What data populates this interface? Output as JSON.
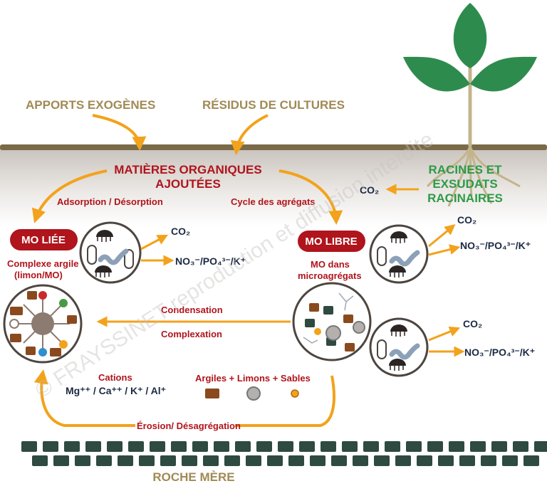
{
  "labels": {
    "apports_exogenes": "APPORTS EXOGÈNES",
    "residus_cultures": "RÉSIDUS DE CULTURES",
    "matieres_line1": "MATIÈRES ORGANIQUES",
    "matieres_line2": "AJOUTÉES",
    "racines_line1": "RACINES ET",
    "racines_line2": "EXSUDATS",
    "racines_line3": "RACINAIRES",
    "adsorption": "Adsorption / Désorption",
    "cycle_agregats": "Cycle des agrégats",
    "mo_liee": "MO LIÉE",
    "mo_libre": "MO LIBRE",
    "complexe_line1": "Complexe argile",
    "complexe_line2": "(limon/MO)",
    "mo_dans_line1": "MO dans",
    "mo_dans_line2": "microagrégats",
    "condensation": "Condensation",
    "complexation": "Complexation",
    "cations_title": "Cations",
    "cations_list": "Mg⁺⁺ / Ca⁺⁺ / K⁺ / Al⁺",
    "argiles_limons_sables": "Argiles + Limons + Sables",
    "erosion": "Érosion/ Désagrégation",
    "roche_mere": "ROCHE MÈRE",
    "co2": "CO₂",
    "nutrients": "NO₃⁻/PO₄³⁻/K⁺",
    "watermark": "© FRAYSSINET reproduction et diffusion interdite"
  },
  "colors": {
    "tan_text": "#a08a55",
    "red_text": "#b0141c",
    "green_text": "#2e9a47",
    "navy_text": "#1b2a44",
    "arrow_orange": "#f3a21b",
    "soil_line": "#7a6a48",
    "leaf_green": "#2e8b4e",
    "rock_green": "#2f4a40"
  }
}
